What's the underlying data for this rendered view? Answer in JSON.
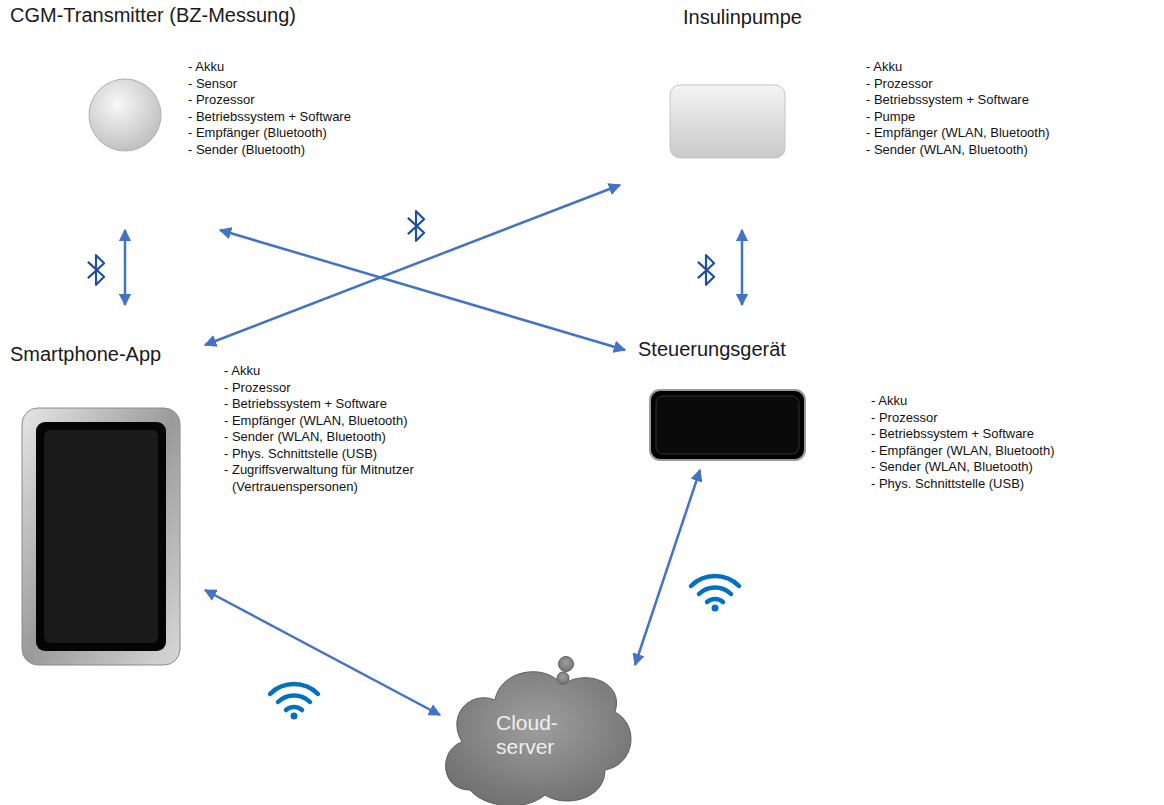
{
  "diagram": {
    "nodes": [
      {
        "text": [
          "CGM-Transmitter (BZ-Messung)",
          "- Akku",
          "- Sensor",
          "- Prozessor",
          "- Betriebssystem + Software",
          "- Empfänger (Bluetooth)",
          "- Sender (Bluetooth)"
        ]
      },
      {
        "text": [
          "Insulinpumpe",
          "- Akku",
          "- Prozessor",
          "- Betriebssystem + Software",
          "- Pumpe",
          "- Empfänger (WLAN, Bluetooth)",
          "- Sender (WLAN, Bluetooth)"
        ]
      },
      {
        "text": [
          "Smartphone-App",
          "- Akku",
          "- Prozessor",
          "- Betriebssystem + Software",
          "- Empfänger (WLAN, Bluetooth)",
          "- Sender (WLAN, Bluetooth)",
          "- Phys. Schnittstelle (USB)",
          "- Zugriffsverwaltung für Mitnutzer (Vertrauenspersonen)"
        ]
      },
      {
        "text": [
          "Steuerungsgerät",
          "- Akku",
          "- Prozessor",
          "- Betriebssystem + Software",
          "- Empfänger (WLAN, Bluetooth)",
          "- Sender (WLAN, Bluetooth)",
          "- Phys. Schnittstelle (USB)"
        ]
      },
      {
        "text": [
          "Cloud- server"
        ]
      }
    ],
    "edges": [
      {
        "from": 0,
        "to": 2,
        "arrow": "both"
      },
      {
        "from": 0,
        "to": 3,
        "arrow": "both"
      },
      {
        "from": 1,
        "to": 2,
        "arrow": "both"
      },
      {
        "from": 1,
        "to": 3,
        "arrow": "both"
      },
      {
        "from": 2,
        "to": 4,
        "arrow": "both"
      },
      {
        "from": 3,
        "to": 4,
        "arrow": "both"
      }
    ]
  }
}
